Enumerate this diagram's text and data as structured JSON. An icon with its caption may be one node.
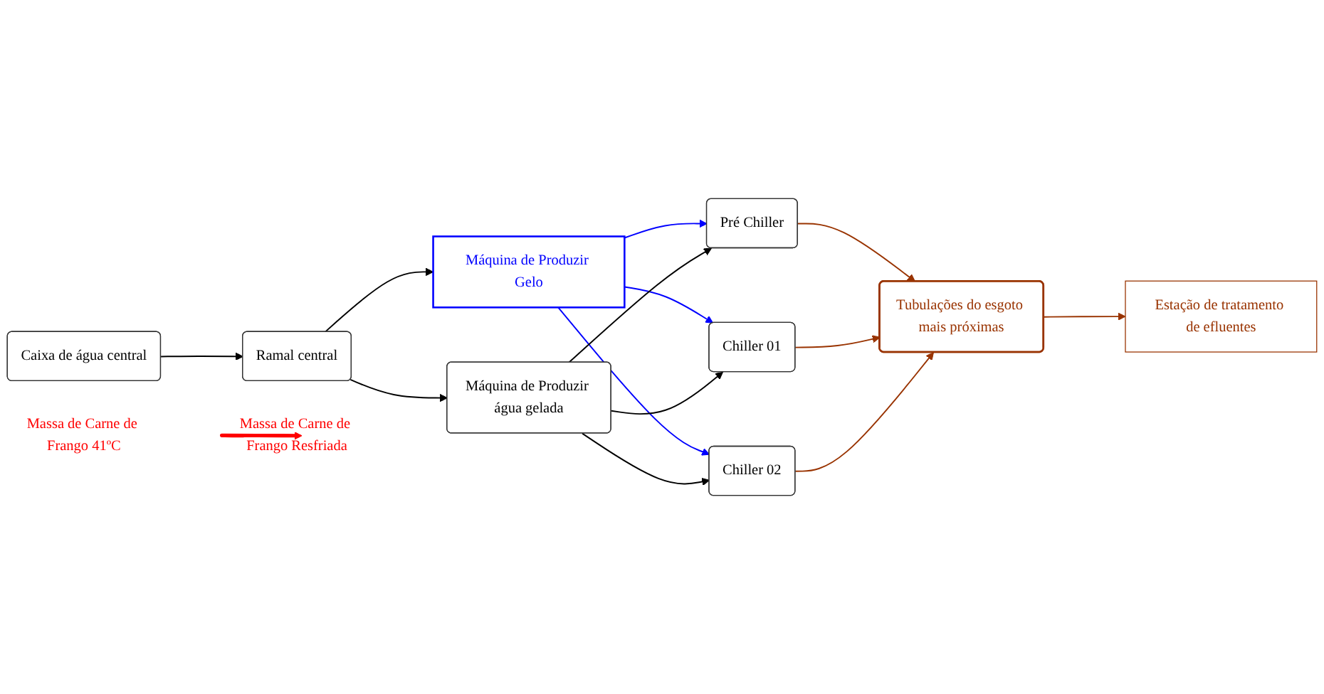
{
  "diagram": {
    "nodes": [
      {
        "text": [
          "Caixa de água central"
        ]
      },
      {
        "text": [
          "Ramal central"
        ]
      },
      {
        "text": [
          "Máquina de Produzir Gelo"
        ]
      },
      {
        "text": [
          "Máquina de Produzir água gelada"
        ]
      },
      {
        "text": [
          "Pré Chiller"
        ]
      },
      {
        "text": [
          "Chiller 01"
        ]
      },
      {
        "text": [
          "Chiller 02"
        ]
      },
      {
        "text": [
          "Tubulações do esgoto mais próximas"
        ]
      },
      {
        "text": [
          "Estação de tratamento de efluentes"
        ]
      },
      {
        "text": [
          "Massa de Carne de Frango 41ºC"
        ]
      },
      {
        "text": [
          "Massa de Carne de Frango Resfriada"
        ]
      }
    ],
    "edges": [
      {
        "from": 0,
        "to": 1,
        "arrow": "to"
      },
      {
        "from": 1,
        "to": 2,
        "arrow": "to"
      },
      {
        "from": 1,
        "to": 3,
        "arrow": "to"
      },
      {
        "from": 2,
        "to": 4,
        "arrow": "to",
        "color": "#0000ff"
      },
      {
        "from": 2,
        "to": 5,
        "arrow": "to",
        "color": "#0000ff"
      },
      {
        "from": 2,
        "to": 6,
        "arrow": "to",
        "color": "#0000ff"
      },
      {
        "from": 3,
        "to": 4,
        "arrow": "to"
      },
      {
        "from": 3,
        "to": 5,
        "arrow": "to"
      },
      {
        "from": 3,
        "to": 6,
        "arrow": "to"
      },
      {
        "from": 4,
        "to": 7,
        "arrow": "to",
        "color": "#993300"
      },
      {
        "from": 5,
        "to": 7,
        "arrow": "to",
        "color": "#993300"
      },
      {
        "from": 6,
        "to": 7,
        "arrow": "to",
        "color": "#993300"
      },
      {
        "from": 7,
        "to": 8,
        "arrow": "to",
        "color": "#993300"
      },
      {
        "from": 9,
        "to": 10,
        "arrow": "to",
        "style": "thick",
        "color": "#ff0000"
      }
    ]
  }
}
